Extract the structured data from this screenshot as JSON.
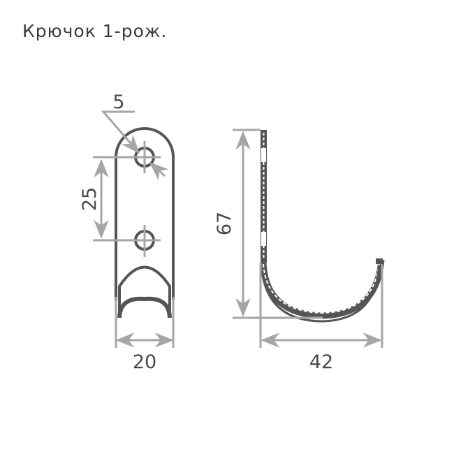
{
  "title": "Крючок 1-рож.",
  "colors": {
    "part_outline": "#555555",
    "dimension_lines": "#a6a6a6",
    "text": "#3c3c3c",
    "background": "#ffffff"
  },
  "front_view": {
    "hole_diameter_label": "5",
    "hole_spacing_label": "25",
    "width_label": "20"
  },
  "side_view": {
    "height_label": "67",
    "depth_label": "42"
  }
}
